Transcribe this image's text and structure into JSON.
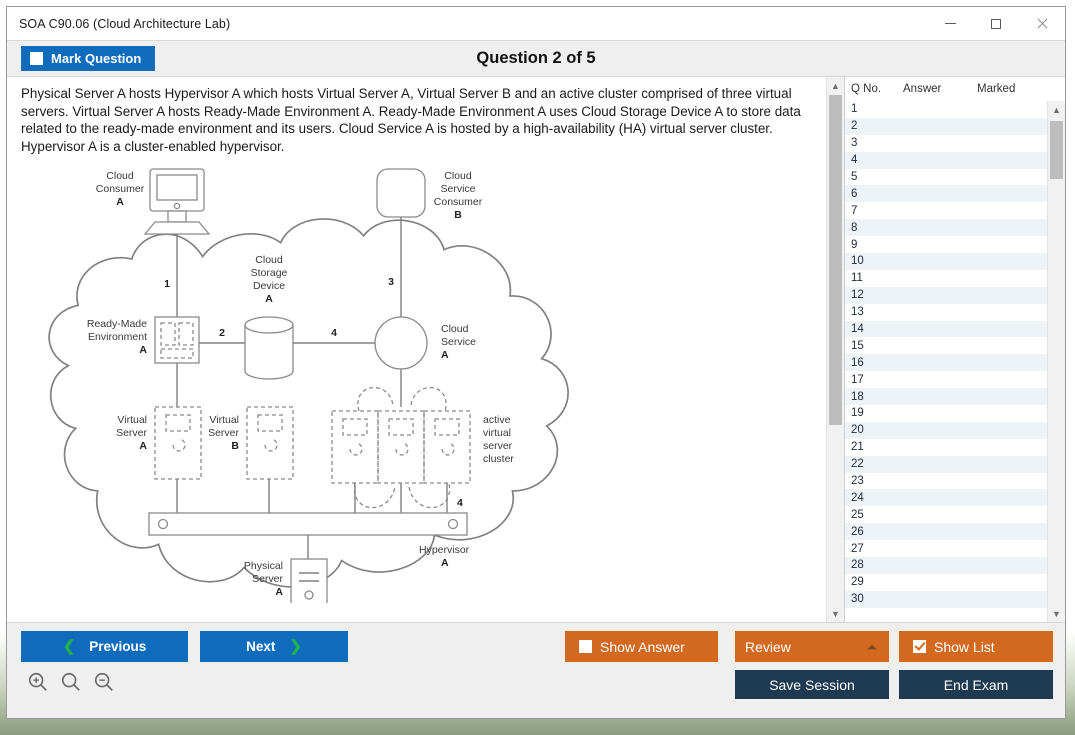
{
  "window": {
    "title": "SOA C90.06 (Cloud Architecture Lab)",
    "controls": {
      "minimize": "minimize-icon",
      "maximize": "maximize-icon",
      "close": "close-icon"
    }
  },
  "header": {
    "mark_question_label": "Mark Question",
    "mark_question_checked": false,
    "question_title": "Question 2 of 5"
  },
  "question": {
    "text": "Physical Server A hosts Hypervisor A which hosts Virtual Server A, Virtual Server B and an active cluster comprised of three virtual servers. Virtual Server A hosts Ready-Made Environment A. Ready-Made Environment A uses Cloud Storage Device A to store data related to the ready-made environment and its users. Cloud Service A is hosted by a high-availability (HA) virtual server cluster. Hypervisor A is a cluster-enabled hypervisor."
  },
  "diagram": {
    "labels": {
      "cloud_consumer_a": [
        "Cloud",
        "Consumer",
        "A"
      ],
      "cloud_service_consumer_b": [
        "Cloud",
        "Service",
        "Consumer",
        "B"
      ],
      "cloud_storage_device_a": [
        "Cloud",
        "Storage",
        "Device",
        "A"
      ],
      "ready_made_environment_a": [
        "Ready-Made",
        "Environment",
        "A"
      ],
      "cloud_service_a": [
        "Cloud",
        "Service",
        "A"
      ],
      "virtual_server_a": [
        "Virtual",
        "Server",
        "A"
      ],
      "virtual_server_b": [
        "Virtual",
        "Server",
        "B"
      ],
      "active_cluster": [
        "active",
        "virtual",
        "server",
        "cluster"
      ],
      "physical_server_a": [
        "Physical",
        "Server",
        "A"
      ],
      "hypervisor_a": [
        "Hypervisor",
        "A"
      ]
    },
    "connector_numbers": [
      "1",
      "2",
      "3",
      "4",
      "4"
    ]
  },
  "list": {
    "columns": [
      "Q No.",
      "Answer",
      "Marked"
    ],
    "rows": [
      {
        "q": "1",
        "answer": "",
        "marked": ""
      },
      {
        "q": "2",
        "answer": "",
        "marked": ""
      },
      {
        "q": "3",
        "answer": "",
        "marked": ""
      },
      {
        "q": "4",
        "answer": "",
        "marked": ""
      },
      {
        "q": "5",
        "answer": "",
        "marked": ""
      },
      {
        "q": "6",
        "answer": "",
        "marked": ""
      },
      {
        "q": "7",
        "answer": "",
        "marked": ""
      },
      {
        "q": "8",
        "answer": "",
        "marked": ""
      },
      {
        "q": "9",
        "answer": "",
        "marked": ""
      },
      {
        "q": "10",
        "answer": "",
        "marked": ""
      },
      {
        "q": "11",
        "answer": "",
        "marked": ""
      },
      {
        "q": "12",
        "answer": "",
        "marked": ""
      },
      {
        "q": "13",
        "answer": "",
        "marked": ""
      },
      {
        "q": "14",
        "answer": "",
        "marked": ""
      },
      {
        "q": "15",
        "answer": "",
        "marked": ""
      },
      {
        "q": "16",
        "answer": "",
        "marked": ""
      },
      {
        "q": "17",
        "answer": "",
        "marked": ""
      },
      {
        "q": "18",
        "answer": "",
        "marked": ""
      },
      {
        "q": "19",
        "answer": "",
        "marked": ""
      },
      {
        "q": "20",
        "answer": "",
        "marked": ""
      },
      {
        "q": "21",
        "answer": "",
        "marked": ""
      },
      {
        "q": "22",
        "answer": "",
        "marked": ""
      },
      {
        "q": "23",
        "answer": "",
        "marked": ""
      },
      {
        "q": "24",
        "answer": "",
        "marked": ""
      },
      {
        "q": "25",
        "answer": "",
        "marked": ""
      },
      {
        "q": "26",
        "answer": "",
        "marked": ""
      },
      {
        "q": "27",
        "answer": "",
        "marked": ""
      },
      {
        "q": "28",
        "answer": "",
        "marked": ""
      },
      {
        "q": "29",
        "answer": "",
        "marked": ""
      },
      {
        "q": "30",
        "answer": "",
        "marked": ""
      }
    ]
  },
  "footer": {
    "previous_label": "Previous",
    "next_label": "Next",
    "show_answer_label": "Show Answer",
    "show_answer_checked": false,
    "review_label": "Review",
    "show_list_label": "Show List",
    "show_list_checked": true,
    "save_session_label": "Save Session",
    "end_exam_label": "End Exam",
    "zoom_icons": [
      "zoom-in-icon",
      "zoom-reset-icon",
      "zoom-out-icon"
    ]
  },
  "colors": {
    "blue": "#0f6cbd",
    "orange": "#d2691e",
    "navy": "#1e3a52",
    "green_chevron": "#22b14c",
    "row_alt": "#eef3f8"
  }
}
